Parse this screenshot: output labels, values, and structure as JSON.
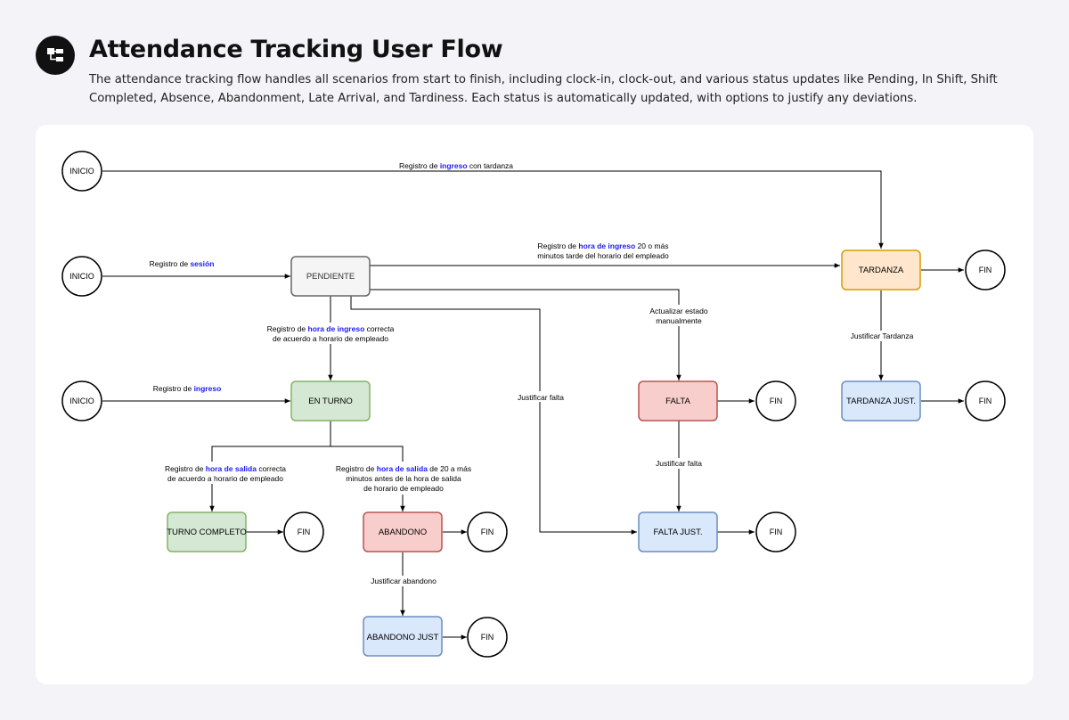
{
  "header": {
    "title": "Attendance Tracking User Flow",
    "description": "The attendance tracking flow handles all scenarios from start to finish, including clock-in, clock-out, and various status updates like Pending, In Shift, Shift Completed, Absence, Abandonment, Late Arrival, and Tardiness. Each status is automatically updated, with options to justify any deviations.",
    "icon": "flowchart-icon"
  },
  "colors": {
    "page_bg": "#f4f3f7",
    "canvas_bg": "#ffffff",
    "highlight_text": "#1a1aff",
    "pending": {
      "fill": "#f5f5f5",
      "stroke": "#666666"
    },
    "in_shift": {
      "fill": "#d5e8d4",
      "stroke": "#82b366"
    },
    "complete": {
      "fill": "#d5e8d4",
      "stroke": "#82b366"
    },
    "late": {
      "fill": "#ffe6cc",
      "stroke": "#d79b00"
    },
    "negative": {
      "fill": "#f8cecc",
      "stroke": "#b85450"
    },
    "justified": {
      "fill": "#dae8fc",
      "stroke": "#6c8ebf"
    }
  },
  "diagram": {
    "nodes": {
      "inicio_1": "INICIO",
      "inicio_2": "INICIO",
      "inicio_3": "INICIO",
      "pendiente": "PENDIENTE",
      "en_turno": "EN TURNO",
      "turno_completo": "TURNO COMPLETO",
      "abandono": "ABANDONO",
      "abandono_just": "ABANDONO JUST",
      "falta": "FALTA",
      "falta_just": "FALTA JUST.",
      "tardanza": "TARDANZA",
      "tardanza_just": "TARDANZA JUST.",
      "fin": "FIN"
    },
    "edge_labels": {
      "ingreso_tardanza": {
        "a": "Registro de ",
        "b": "ingreso",
        "c": " con tardanza"
      },
      "sesion": {
        "a": "Registro de ",
        "b": "sesión"
      },
      "tarde_line1": {
        "a": "Registro de ",
        "b": "hora de ingreso",
        "c": " 20  o más"
      },
      "tarde_line2": "minutos tarde del horario del empleado",
      "correcta_line1": {
        "a": "Registro de ",
        "b": "hora de ingreso",
        "c": " correcta"
      },
      "correcta_line2": "de acuerdo a horario de empleado",
      "ingreso": {
        "a": "Registro de ",
        "b": "ingreso"
      },
      "actualizar_line1": "Actualizar estado",
      "actualizar_line2": "manualmente",
      "justificar_falta_1": "Justificar falta",
      "justificar_falta_2": "Justificar falta",
      "justificar_tardanza": "Justificar Tardanza",
      "salida_correcta_line1": {
        "a": "Registro de ",
        "b": "hora de salida",
        "c": " correcta"
      },
      "salida_correcta_line2": "de acuerdo a horario de empleado",
      "salida_antes_line1": {
        "a": "Registro de ",
        "b": "hora de salida",
        "c": "  de 20 a más"
      },
      "salida_antes_line2": "minutos antes de la hora de salida",
      "salida_antes_line3": "de horario  de empleado",
      "justificar_abandono": "Justificar abandono"
    }
  }
}
